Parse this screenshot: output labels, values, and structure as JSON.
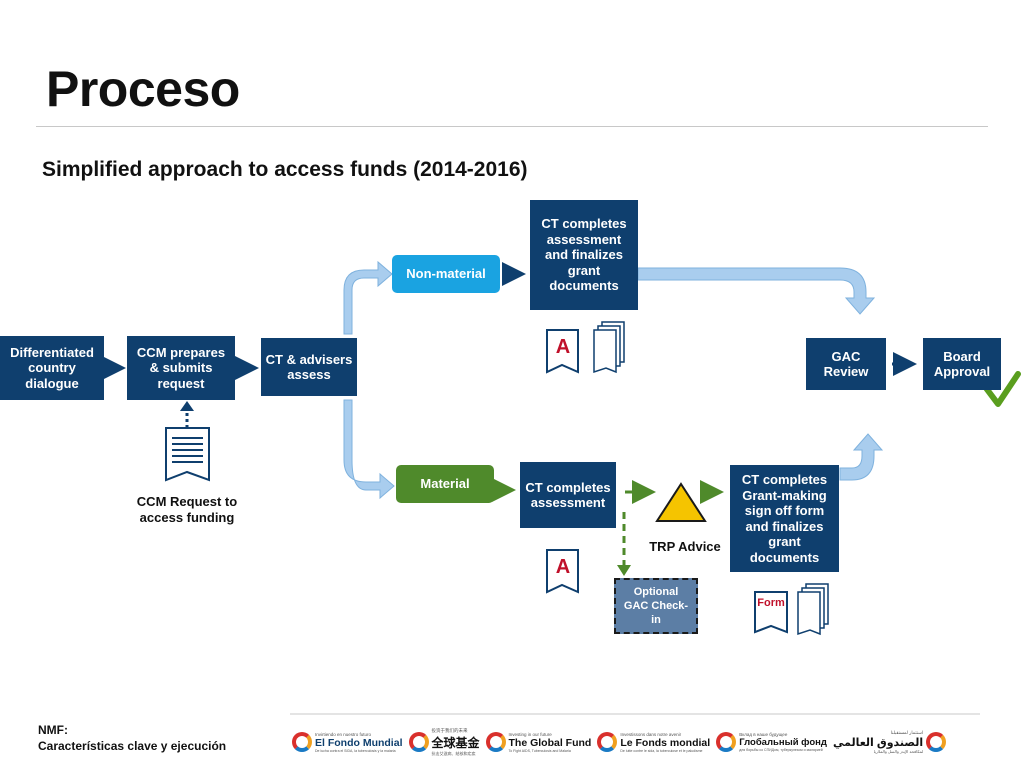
{
  "slide": {
    "title": "Proceso",
    "subtitle": "Simplified approach to access funds (2014-2016)"
  },
  "diagram": {
    "nodes": {
      "dialogue": "Differentiated country dialogue",
      "ccm_prepares": "CCM prepares & submits request",
      "ct_advisers": "CT & advisers assess",
      "non_material": "Non-material",
      "ct_completes_finalizes": "CT completes assessment and finalizes grant documents",
      "gac_review": "GAC Review",
      "board_approval": "Board Approval",
      "material": "Material",
      "ct_completes_assessment": "CT completes assessment",
      "trp_advice": "TRP Advice",
      "ct_grant_making": "CT completes Grant-making sign off form and finalizes grant documents",
      "optional_gac": "Optional GAC Check-in",
      "ccm_request_caption": "CCM Request to access funding"
    },
    "doc_labels": {
      "assessment_a_top": "A",
      "assessment_a_bottom": "A",
      "form": "Form"
    },
    "icons": [
      "document-icon",
      "stacked-documents-icon",
      "warning-triangle-icon",
      "checkmark-icon"
    ]
  },
  "footer": {
    "nmf": "NMF:",
    "subtitle": "Características clave y ejecución",
    "logos": [
      {
        "name": "El Fondo Mundial",
        "tagline": "Invirtiendo en nuestro futuro",
        "sub": "De lucha contra el SIDA, la tuberculosis y la malaria"
      },
      {
        "name": "全球基金",
        "tagline": "投资于我们的未来",
        "sub": "抗击艾滋病、结核和疟疾"
      },
      {
        "name": "The Global Fund",
        "tagline": "Investing in our future",
        "sub": "To Fight AIDS, Tuberculosis and Malaria"
      },
      {
        "name": "Le Fonds mondial",
        "tagline": "Investissons dans notre avenir",
        "sub": "De lutte contre le sida, la tuberculose et le paludisme"
      },
      {
        "name": "Глобальный фонд",
        "tagline": "Вклад в наше будущее",
        "sub": "для борьбы со СПИДом, туберкулезом и малярией"
      },
      {
        "name": "الصندوق العالمي",
        "tagline": "استثمار لمستقبلنا",
        "sub": "لمكافحة الإيدز والسل والملاريا"
      }
    ]
  },
  "colors": {
    "navy": "#0f3f6e",
    "cyan": "#1aa3e1",
    "green": "#4f8a2b",
    "optional": "#5c7ea5",
    "arrow_light": "#a9cdee",
    "triangle": "#f5c400",
    "check": "#5a9e1e"
  }
}
